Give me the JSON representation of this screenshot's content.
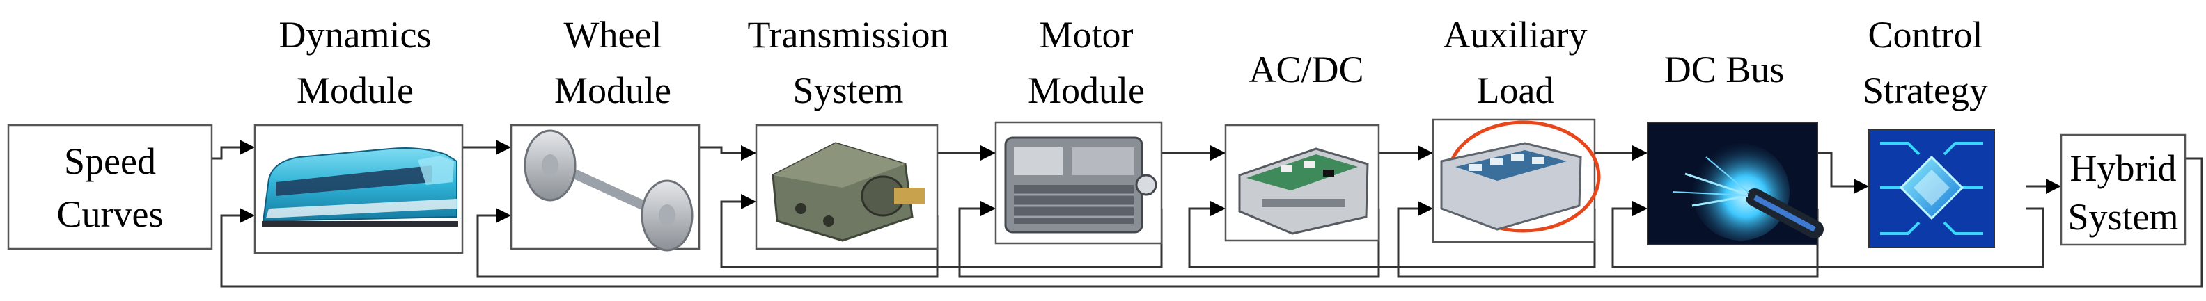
{
  "diagram": {
    "nodes": [
      {
        "id": "speed",
        "label_lines": [
          "Speed",
          "Curves"
        ],
        "image": "none"
      },
      {
        "id": "dynamics",
        "label_lines": [
          "Dynamics",
          "Module"
        ],
        "image": "tram-photo"
      },
      {
        "id": "wheel",
        "label_lines": [
          "Wheel",
          "Module"
        ],
        "image": "wheel-axle-photo"
      },
      {
        "id": "transmission",
        "label_lines": [
          "Transmission",
          "System"
        ],
        "image": "gearbox-photo"
      },
      {
        "id": "motor",
        "label_lines": [
          "Motor",
          "Module"
        ],
        "image": "electric-motor-photo"
      },
      {
        "id": "acdc",
        "label_lines": [
          "AC/DC"
        ],
        "image": "inverter-board-photo"
      },
      {
        "id": "aux",
        "label_lines": [
          "Auxiliary",
          "Load"
        ],
        "image": "auxiliary-unit-photo"
      },
      {
        "id": "dcbus",
        "label_lines": [
          "DC Bus"
        ],
        "image": "cable-sparks-photo"
      },
      {
        "id": "control",
        "label_lines": [
          "Control",
          "Strategy"
        ],
        "image": "chip-icon"
      },
      {
        "id": "hybrid",
        "label_lines": [
          "Hybrid",
          "System"
        ],
        "image": "none"
      }
    ],
    "colors": {
      "tram": "#2fb3d6",
      "tram_window": "#1d3a5c",
      "gearbox": "#6f7863",
      "motor": "#8a8f96",
      "board": "#3f8a5a",
      "aux_body": "#c9ced6",
      "aux_ring": "#e8471c",
      "dcbus_bg": "#061028",
      "dcbus_spark": "#3fc8ff",
      "chip_bg": "#0c3aa8",
      "chip_core": "#38d7ff"
    }
  }
}
